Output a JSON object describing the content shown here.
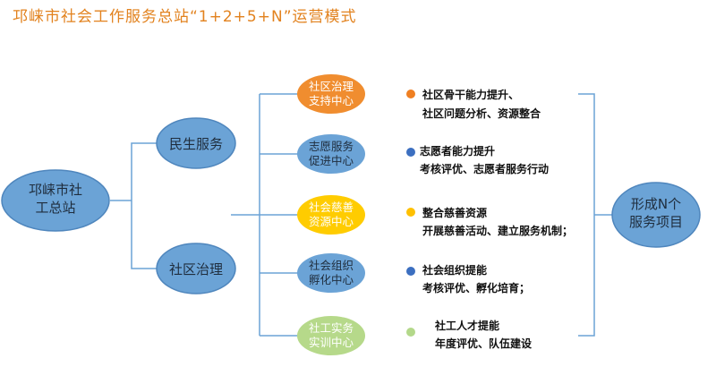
{
  "title": "邛崃市社会工作服务总站“1+2+5+N”运营模式",
  "colors": {
    "title": "#e2821e",
    "blue_fill": "#6ba3d6",
    "blue_stroke": "#4f86bd",
    "orange_fill": "#f08d2f",
    "yellow_fill": "#ffcc00",
    "green_fill": "#b6d98a",
    "connector": "#6ba3d6",
    "dot_orange": "#ef7f22",
    "dot_blue": "#3c6fc0",
    "dot_yellow": "#ffc000",
    "dot_green": "#b3d88a"
  },
  "root": {
    "line1": "邛崃市社",
    "line2": "工总站"
  },
  "branches": [
    {
      "label": "民生服务"
    },
    {
      "label": "社区治理"
    }
  ],
  "centers": [
    {
      "line1": "社区治理",
      "line2": "支持中心",
      "color": "orange"
    },
    {
      "line1": "志愿服务",
      "line2": "促进中心",
      "color": "blue"
    },
    {
      "line1": "社会慈善",
      "line2": "资源中心",
      "color": "yellow"
    },
    {
      "line1": "社会组织",
      "line2": "孵化中心",
      "color": "blue"
    },
    {
      "line1": "社工实务",
      "line2": "实训中心",
      "color": "green"
    }
  ],
  "descriptions": [
    {
      "line1": "社区骨干能力提升、",
      "line2": "社区问题分析、资源整合",
      "dot": "dot_orange"
    },
    {
      "line1": "志愿者能力提升",
      "line2": "考核评优、志愿者服务行动",
      "dot": "dot_blue"
    },
    {
      "line1": "整合慈善资源",
      "line2": "开展慈善活动、建立服务机制；",
      "dot": "dot_yellow"
    },
    {
      "line1": "社会组织提能",
      "line2": "考核评优、孵化培育；",
      "dot": "dot_blue"
    },
    {
      "line1": "社工人才提能",
      "line2": "年度评优、队伍建设",
      "dot": "dot_green"
    }
  ],
  "result": {
    "line1": "形成N个",
    "line2": "服务项目"
  }
}
